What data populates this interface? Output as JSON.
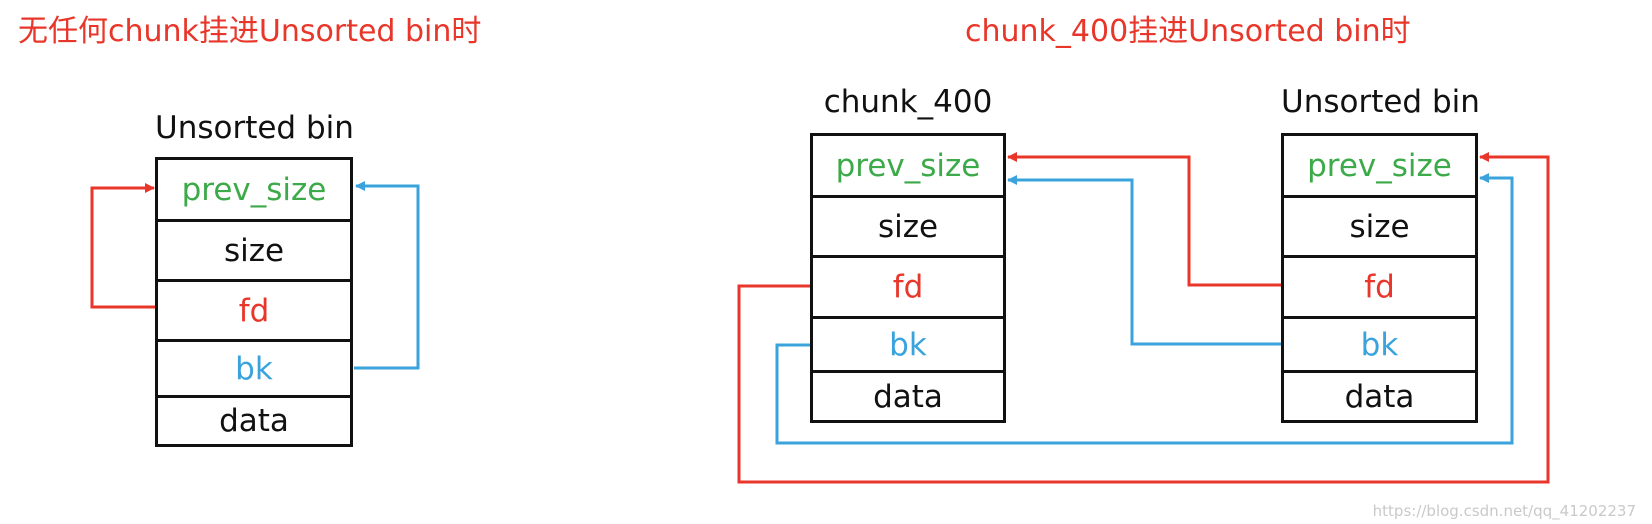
{
  "left": {
    "heading": "无任何chunk挂进Unsorted bin时",
    "chunk": {
      "title": "Unsorted bin",
      "fields": [
        "prev_size",
        "size",
        "fd",
        "bk",
        "data"
      ]
    }
  },
  "right": {
    "heading": "chunk_400挂进Unsorted bin时",
    "chunk_a": {
      "title": "chunk_400",
      "fields": [
        "prev_size",
        "size",
        "fd",
        "bk",
        "data"
      ]
    },
    "chunk_b": {
      "title": "Unsorted bin",
      "fields": [
        "prev_size",
        "size",
        "fd",
        "bk",
        "data"
      ]
    }
  },
  "colors": {
    "prev_size": "#3daa4a",
    "fd": "#e8362a",
    "bk": "#3aa3dc",
    "heading": "#e8362a"
  },
  "watermark": "https://blog.csdn.net/qq_41202237"
}
